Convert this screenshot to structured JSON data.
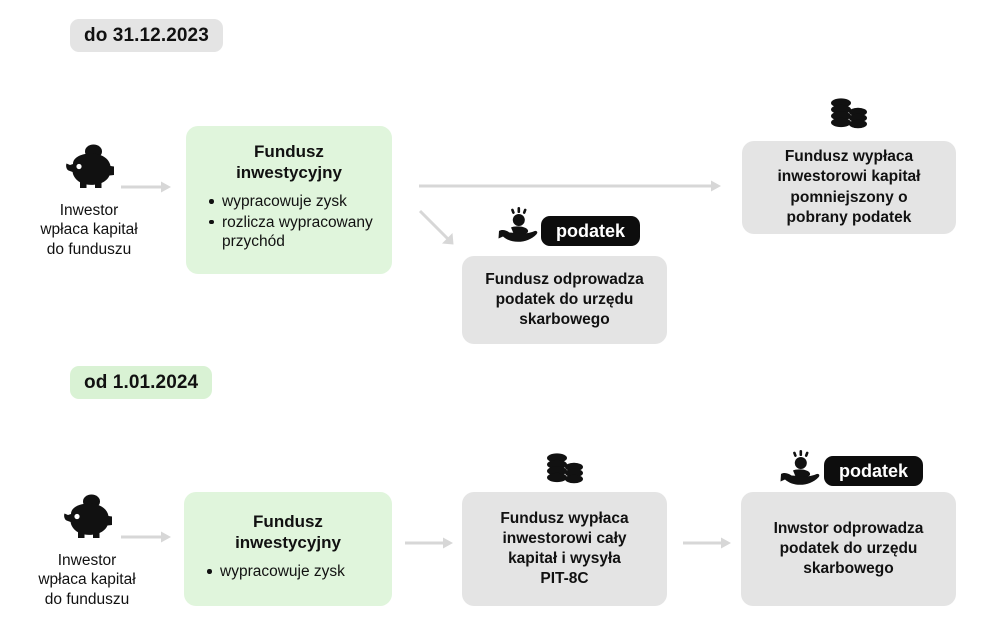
{
  "diagram": {
    "title_row1_badge": "do 31.12.2023",
    "title_row2_badge": "od 1.01.2024",
    "colors": {
      "green_card": "#e0f5dc",
      "grey_card": "#e4e4e4",
      "green_badge": "#d9f2d4",
      "grey_badge": "#e4e4e4",
      "pill_black": "#0d0d0d",
      "arrow_grey": "#d5d5d5",
      "text": "#111111"
    }
  },
  "row1": {
    "investor": {
      "icon": "piggy-bank-icon",
      "caption": "Inwestor\nwpłaca kapitał\ndo funduszu"
    },
    "fund": {
      "title": "Fundusz\ninwestycyjny",
      "bullets": [
        "wypracowuje zysk",
        "rozlicza wypracowany przychód"
      ]
    },
    "payout": {
      "icon": "coins-icon",
      "text": "Fundusz wypłaca\ninwestorowi kapitał\npomniejszony o\npobrany podatek"
    },
    "tax": {
      "icon": "hand-person-tax-icon",
      "pill": "podatek",
      "text": "Fundusz odprowadza\npodatek do urzędu\nskarbowego"
    }
  },
  "row2": {
    "investor": {
      "icon": "piggy-bank-icon",
      "caption": "Inwestor\nwpłaca kapitał\ndo funduszu"
    },
    "fund": {
      "title": "Fundusz\ninwestycyjny",
      "bullets": [
        "wypracowuje zysk"
      ]
    },
    "payout": {
      "icon": "coins-icon",
      "text": "Fundusz wypłaca\ninwestorowi cały\nkapitał i wysyła\nPIT-8C"
    },
    "tax": {
      "icon": "hand-person-tax-icon",
      "pill": "podatek",
      "text": "Inwstor odprowadza\npodatek do urzędu\nskarbowego"
    }
  }
}
